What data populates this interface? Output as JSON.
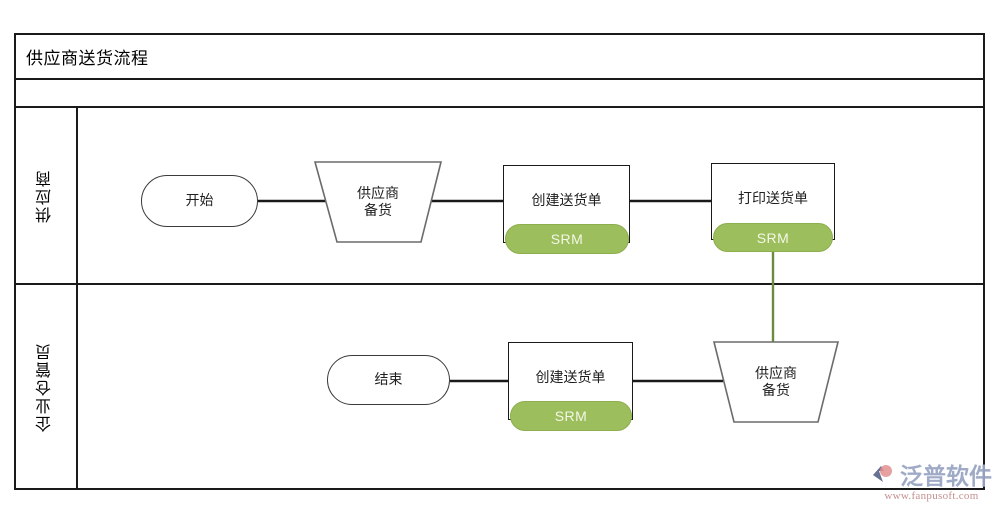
{
  "diagram": {
    "title": "供应商送货流程",
    "band": "",
    "lanes": [
      {
        "id": "lane-supplier",
        "label": "供应商"
      },
      {
        "id": "lane-warehouse",
        "label": "企业仓管员"
      }
    ],
    "nodes": [
      {
        "id": "start",
        "label": "开始",
        "shape": "terminator",
        "lane": "lane-supplier",
        "tag": null
      },
      {
        "id": "prep-top",
        "label": "供应商\n备货",
        "shape": "trapezoid",
        "lane": "lane-supplier",
        "tag": null
      },
      {
        "id": "create-top",
        "label": "创建送货单",
        "shape": "process",
        "lane": "lane-supplier",
        "tag": "SRM"
      },
      {
        "id": "print-top",
        "label": "打印送货单",
        "shape": "process",
        "lane": "lane-supplier",
        "tag": "SRM"
      },
      {
        "id": "end",
        "label": "结束",
        "shape": "terminator",
        "lane": "lane-warehouse",
        "tag": null
      },
      {
        "id": "create-bot",
        "label": "创建送货单",
        "shape": "process",
        "lane": "lane-warehouse",
        "tag": "SRM"
      },
      {
        "id": "prep-bot",
        "label": "供应商\n备货",
        "shape": "trapezoid",
        "lane": "lane-warehouse",
        "tag": null
      }
    ],
    "tag_label": "SRM",
    "colors": {
      "tag_fill": "#9CBE5C",
      "tag_text": "#F4F7E8",
      "frame_line": "#1A1A1A",
      "node_line": "#1F1F1F",
      "connector": "#1A1A1A",
      "connector_green": "#6E8B3D",
      "background": "#FFFFFF"
    }
  },
  "watermark": {
    "brand": "泛普软件",
    "url": "www.fanpusoft.com"
  }
}
